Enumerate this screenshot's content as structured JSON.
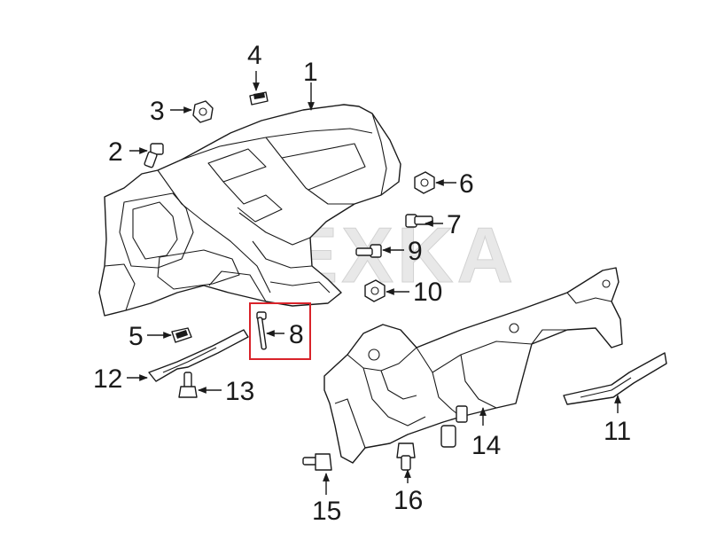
{
  "watermark": "REXKA",
  "highlight_color": "#d9232a",
  "highlighted_part": "8",
  "callouts": [
    {
      "number": "1",
      "part": "instrument-panel"
    },
    {
      "number": "2",
      "part": "bolt"
    },
    {
      "number": "3",
      "part": "nut"
    },
    {
      "number": "4",
      "part": "clip"
    },
    {
      "number": "5",
      "part": "clip"
    },
    {
      "number": "6",
      "part": "nut"
    },
    {
      "number": "7",
      "part": "bolt"
    },
    {
      "number": "8",
      "part": "stud"
    },
    {
      "number": "9",
      "part": "bolt"
    },
    {
      "number": "10",
      "part": "nut"
    },
    {
      "number": "11",
      "part": "reinforcement-bar"
    },
    {
      "number": "12",
      "part": "reinforcement-bar"
    },
    {
      "number": "13",
      "part": "bolt"
    },
    {
      "number": "14",
      "part": "cross-car-beam"
    },
    {
      "number": "15",
      "part": "bolt"
    },
    {
      "number": "16",
      "part": "bolt"
    }
  ]
}
